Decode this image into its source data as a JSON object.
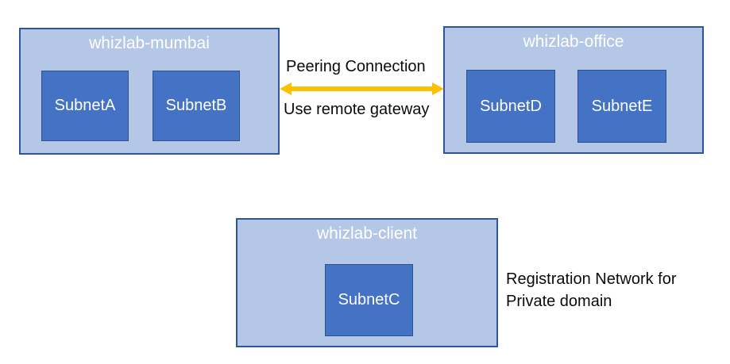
{
  "diagram": {
    "vnets": [
      {
        "id": "mumbai",
        "title": "whizlab-mumbai",
        "subnets": [
          "SubnetA",
          "SubnetB"
        ]
      },
      {
        "id": "office",
        "title": "whizlab-office",
        "subnets": [
          "SubnetD",
          "SubnetE"
        ]
      },
      {
        "id": "client",
        "title": "whizlab-client",
        "subnets": [
          "SubnetC"
        ]
      }
    ],
    "connection": {
      "label_top": "Peering Connection",
      "label_bottom": "Use remote gateway"
    },
    "annotation": {
      "line1": "Registration Network for",
      "line2": "Private domain"
    },
    "colors": {
      "vnet_fill": "#b4c7e7",
      "vnet_border": "#2e5597",
      "subnet_fill": "#4472c4",
      "subnet_border": "#2f528f",
      "arrow": "#ffc000",
      "title_text": "#ffffff",
      "label_text": "#0b0b0b",
      "background": "#ffffff"
    }
  }
}
